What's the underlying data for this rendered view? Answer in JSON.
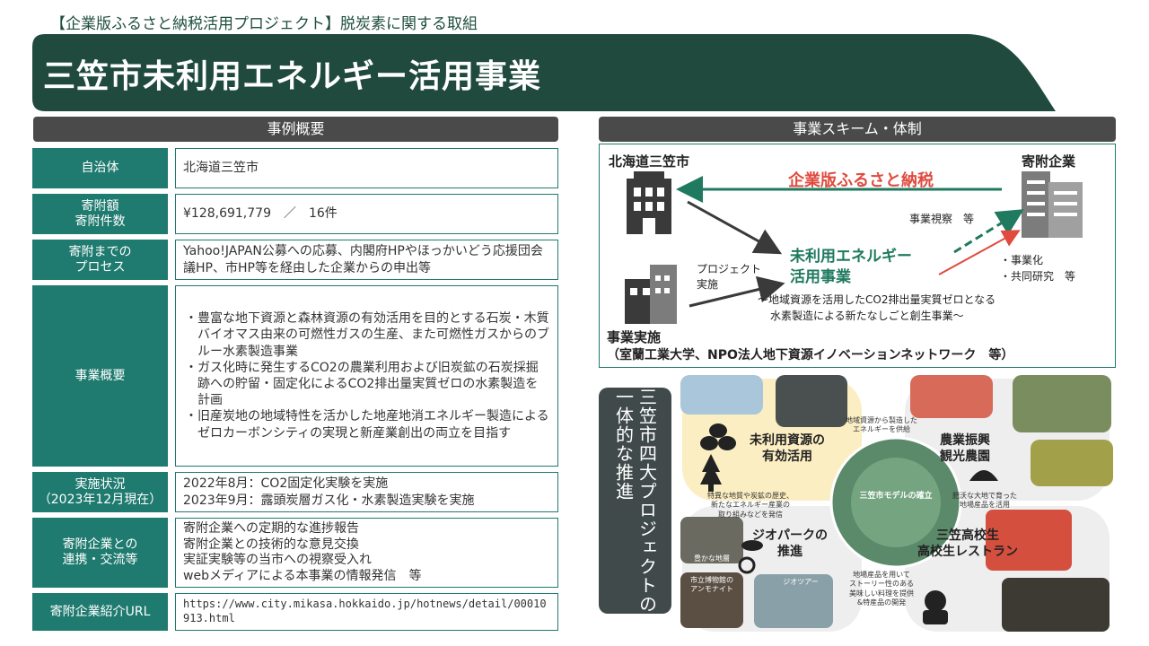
{
  "header": {
    "top_label": "【企業版ふるさと納税活用プロジェクト】脱炭素に関する取組",
    "title": "三笠市未利用エネルギー活用事業"
  },
  "left": {
    "section_title": "事例概要",
    "rows": [
      {
        "label": "自治体",
        "value": "北海道三笠市"
      },
      {
        "label": "寄附額\n寄附件数",
        "value": "¥128,691,779　／　16件"
      },
      {
        "label": "寄附までの\nプロセス",
        "value": "Yahoo!JAPAN公募への応募、内閣府HPやほっかいどう応援団会議HP、市HP等を経由した企業からの申出等"
      },
      {
        "label": "事業概要",
        "bullets": [
          "・豊富な地下資源と森林資源の有効活用を目的とする石炭・木質バイオマス由来の可燃性ガスの生産、また可燃性ガスからのブルー水素製造事業",
          "・ガス化時に発生するCO2の農業利用および旧炭鉱の石炭採掘跡への貯留・固定化によるCO2排出量実質ゼロの水素製造を計画",
          "・旧産炭地の地域特性を活かした地産地消エネルギー製造によるゼロカーボンシティの実現と新産業創出の両立を目指す"
        ]
      },
      {
        "label": "実施状況\n（2023年12月現在）",
        "lines": [
          "2022年8月：CO2固定化実験を実施",
          "2023年9月：露頭炭層ガス化・水素製造実験を実施"
        ]
      },
      {
        "label": "寄附企業との\n連携・交流等",
        "lines": [
          "寄附企業への定期的な進捗報告",
          "寄附企業との技術的な意見交換",
          "実証実験等の当市への視察受入れ",
          "webメディアによる本事業の情報発信　等"
        ]
      },
      {
        "label": "寄附企業紹介URL",
        "value": "https://www.city.mikasa.hokkaido.jp/hotnews/detail/00010913.html"
      }
    ]
  },
  "right": {
    "section_title": "事業スキーム・体制",
    "scheme": {
      "city": "北海道三笠市",
      "donor": "寄附企業",
      "furusato": "企業版ふるさと納税",
      "inspection": "事業視察　等",
      "project_impl_1": "プロジェクト",
      "project_impl_2": "実施",
      "project_1": "未利用エネルギー",
      "project_2": "活用事業",
      "biz_1": "・事業化",
      "biz_2": "・共同研究　等",
      "tagline_1": "～地域資源を活用したCO2排出量実質ゼロとなる",
      "tagline_2": "水素製造による新たなしごと創生事業～",
      "executor": "事業実施",
      "executor_detail": "（室蘭工業大学、NPO法人地下資源イノベーションネットワーク　等）",
      "colors": {
        "accent_red": "#e04a3f",
        "accent_green": "#1f7a5f",
        "dark": "#3a3a3a"
      }
    },
    "four_projects": {
      "pill": "三笠市四大プロジェクトの一体的な推進",
      "center": "三笠市モデルの確立",
      "p1": "未利用資源の\n有効活用",
      "p2": "農業振興\n観光農園",
      "p3": "ジオパークの\n推進",
      "p4": "三笠高校生\n高校生レストラン",
      "note_tl": "地域資源から製造した\nエネルギーを供給",
      "note_tr": "肥沃な大地で育った\n地場産品を活用",
      "note_bl": "特異な地質や炭鉱の歴史、\n新たなエネルギー産業の\n取り組みなどを発信",
      "note_br": "地場産品を用いて\nストーリー性のある\n美味しい料理を提供\n&特産品の開発",
      "photo_1": "豊かな地層",
      "photo_2": "市立博物館の\nアンモナイト",
      "photo_3": "ジオツアー"
    }
  }
}
